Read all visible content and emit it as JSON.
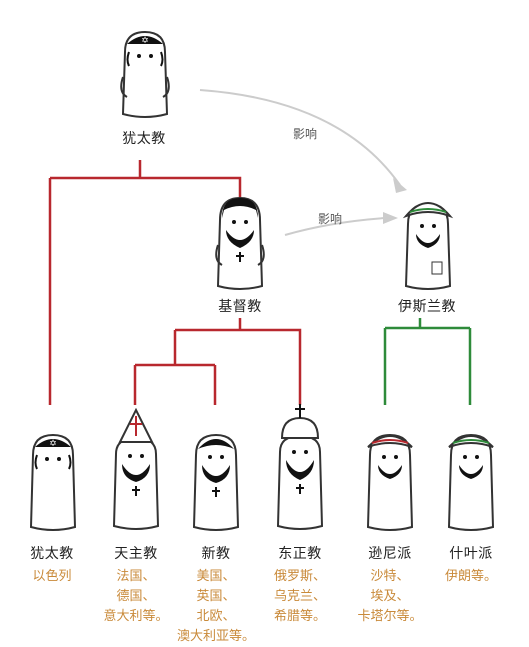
{
  "influence_label": "影响",
  "religions": {
    "judaism_top": {
      "name": "犹太教"
    },
    "christianity": {
      "name": "基督教"
    },
    "islam": {
      "name": "伊斯兰教"
    },
    "judaism": {
      "name": "犹太教",
      "regions": [
        "以色列"
      ]
    },
    "catholicism": {
      "name": "天主教",
      "regions": [
        "法国、",
        "德国、",
        "意大利等。"
      ]
    },
    "protestantism": {
      "name": "新教",
      "regions": [
        "美国、",
        "英国、",
        "北欧、",
        "澳大利亚等。"
      ]
    },
    "orthodoxy": {
      "name": "东正教",
      "regions": [
        "俄罗斯、",
        "乌克兰、",
        "希腊等。"
      ]
    },
    "sunni": {
      "name": "逊尼派",
      "regions": [
        "沙特、",
        "埃及、",
        "卡塔尔等。"
      ]
    },
    "shia": {
      "name": "什叶派",
      "regions": [
        "伊朗等。"
      ]
    }
  },
  "colors": {
    "christian_lines": "#b8282e",
    "islam_lines": "#2e8b3a",
    "arrow": "#cccccc",
    "region_text": "#c98a3a"
  }
}
